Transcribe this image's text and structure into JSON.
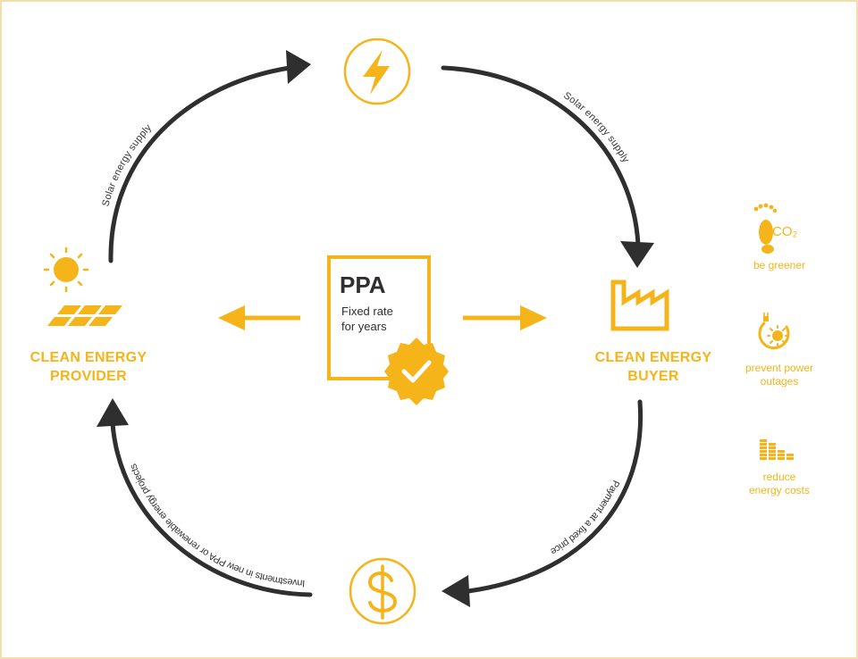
{
  "colors": {
    "accent": "#f4b41a",
    "arrow": "#2f2f2f",
    "frame": "#f2deae",
    "text_dark": "#2f2f2f"
  },
  "nodes": {
    "provider": {
      "label": "CLEAN ENERGY\nPROVIDER",
      "icon": "solar-panel-sun-icon"
    },
    "buyer": {
      "label": "CLEAN ENERGY\nBUYER",
      "icon": "factory-icon"
    },
    "energy": {
      "icon": "lightning-bolt-icon"
    },
    "money": {
      "icon": "dollar-icon"
    }
  },
  "ppa": {
    "title": "PPA",
    "subtitle": "Fixed rate\nfor years",
    "icon": "check-badge-icon"
  },
  "flows": {
    "top_left": "Solar energy supply",
    "top_right": "Solar energy supply",
    "bottom_right": "Payment at a fixed price",
    "bottom_left": "Investments in new PPA or renewable energy projects"
  },
  "benefits": [
    {
      "label": "be greener",
      "icon": "footprint-co2-icon",
      "co2_text": "CO₂"
    },
    {
      "label": "prevent power\noutages",
      "icon": "power-plug-sun-icon"
    },
    {
      "label": "reduce\nenergy costs",
      "icon": "coin-stacks-icon"
    }
  ]
}
